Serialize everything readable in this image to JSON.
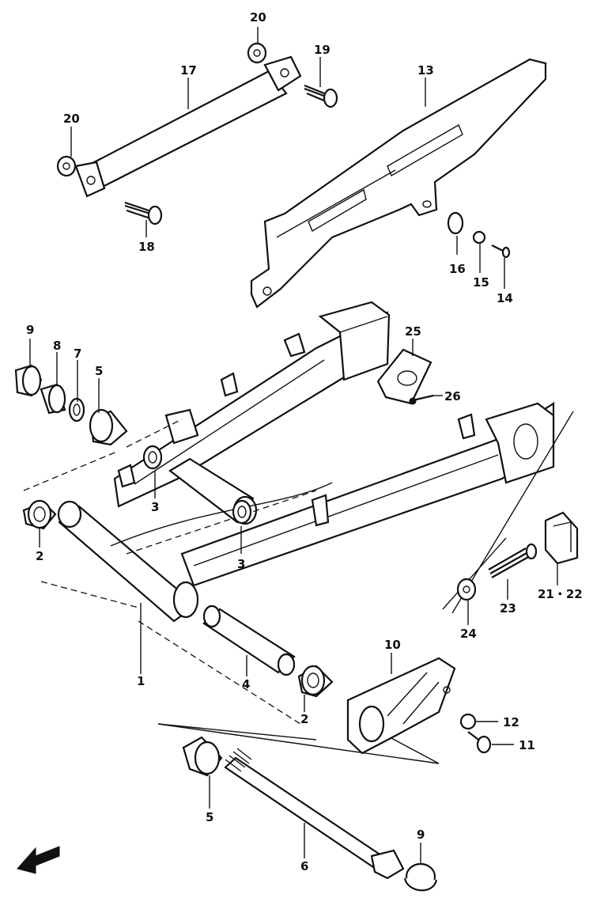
{
  "diagram": {
    "colors": {
      "ink": "#111111",
      "background": "#ffffff"
    },
    "icons": [
      "front-direction-arrow-icon"
    ],
    "callouts": [
      {
        "id": "20a",
        "text": "20"
      },
      {
        "id": "19",
        "text": "19"
      },
      {
        "id": "17",
        "text": "17"
      },
      {
        "id": "13",
        "text": "13"
      },
      {
        "id": "20b",
        "text": "20"
      },
      {
        "id": "18",
        "text": "18"
      },
      {
        "id": "16",
        "text": "16"
      },
      {
        "id": "15",
        "text": "15"
      },
      {
        "id": "14",
        "text": "14"
      },
      {
        "id": "9a",
        "text": "9"
      },
      {
        "id": "8",
        "text": "8"
      },
      {
        "id": "7",
        "text": "7"
      },
      {
        "id": "5a",
        "text": "5"
      },
      {
        "id": "25",
        "text": "25"
      },
      {
        "id": "26",
        "text": "26"
      },
      {
        "id": "3a",
        "text": "3"
      },
      {
        "id": "3b",
        "text": "3"
      },
      {
        "id": "2a",
        "text": "2"
      },
      {
        "id": "1",
        "text": "1"
      },
      {
        "id": "4",
        "text": "4"
      },
      {
        "id": "2b",
        "text": "2"
      },
      {
        "id": "23",
        "text": "23"
      },
      {
        "id": "2122",
        "text": "21・22"
      },
      {
        "id": "24",
        "text": "24"
      },
      {
        "id": "10",
        "text": "10"
      },
      {
        "id": "12",
        "text": "12"
      },
      {
        "id": "11",
        "text": "11"
      },
      {
        "id": "5b",
        "text": "5"
      },
      {
        "id": "6",
        "text": "6"
      },
      {
        "id": "9b",
        "text": "9"
      }
    ]
  }
}
